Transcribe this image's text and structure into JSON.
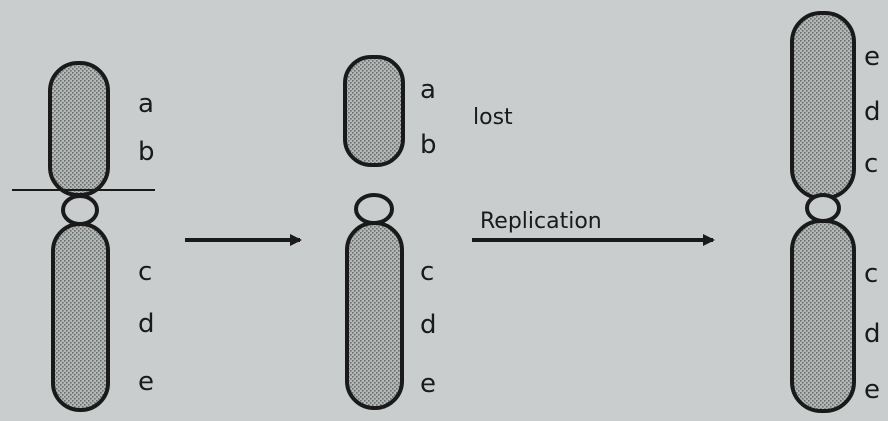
{
  "colors": {
    "background": "#c9cdcd",
    "ink": "#1a1a1a",
    "chromatid_fill": "#a8acab"
  },
  "panels": {
    "original": {
      "genes_upper": [
        "a",
        "b"
      ],
      "genes_lower": [
        "c",
        "d",
        "e"
      ]
    },
    "broken": {
      "genes_upper": [
        "a",
        "b"
      ],
      "fragment_note": "lost",
      "genes_lower": [
        "c",
        "d",
        "e"
      ]
    },
    "dicentric": {
      "genes_upper": [
        "e",
        "d",
        "c"
      ],
      "genes_lower": [
        "c",
        "d",
        "e"
      ]
    }
  },
  "arrows": {
    "second_label": "Replication"
  }
}
